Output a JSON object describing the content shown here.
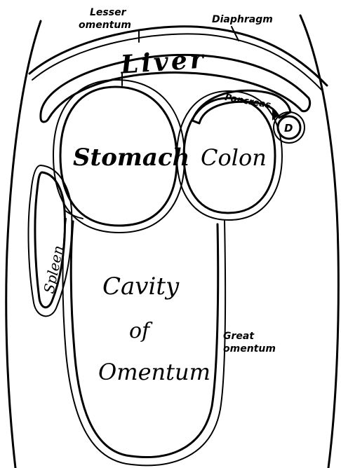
{
  "labels": {
    "lesser_omentum_line1": "Lesser",
    "lesser_omentum_line2": "omentum",
    "diaphragm": "Diaphragm",
    "liver": "Liver",
    "pancreas": "Pancreas",
    "duodenum": "D",
    "stomach": "Stomach",
    "colon": "Colon",
    "spleen": "Spleen",
    "cavity_line1": "Cavity",
    "cavity_line2": "of",
    "cavity_line3": "Omentum",
    "great_omentum_line1": "Great",
    "great_omentum_line2": "omentum"
  },
  "colors": {
    "ink": "#000000",
    "background": "#ffffff"
  }
}
